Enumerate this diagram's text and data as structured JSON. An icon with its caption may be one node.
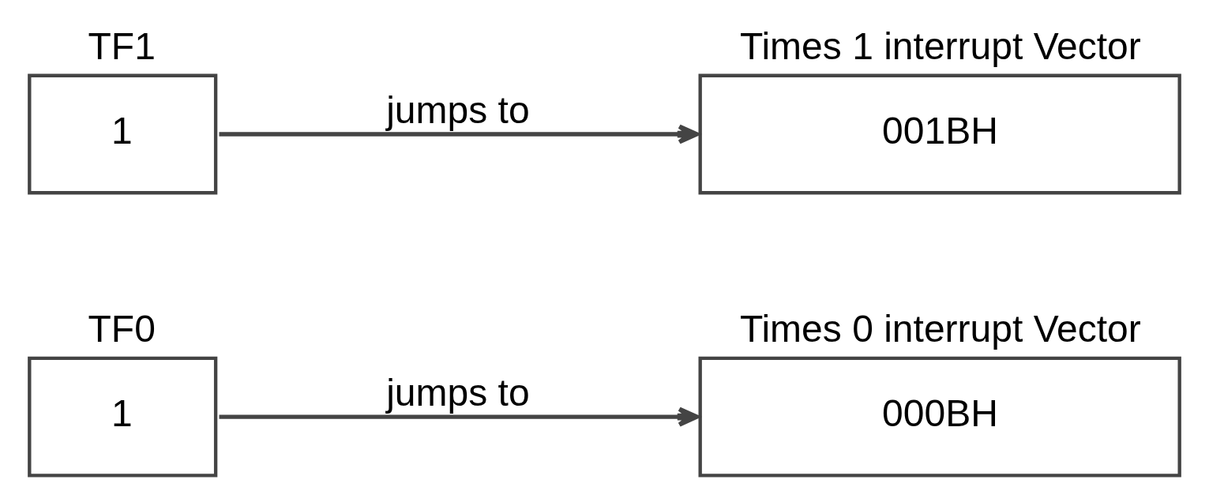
{
  "diagram": {
    "nodes": [
      {
        "text": [
          "TF0",
          "1"
        ]
      },
      {
        "text": [
          "Times 0 interrupt Vector",
          "000BH"
        ]
      },
      {
        "text": [
          "TF1",
          "1"
        ]
      },
      {
        "text": [
          "Times 1 interrupt Vector",
          "001BH"
        ]
      }
    ],
    "edges": [
      {
        "from": 0,
        "to": 1,
        "arrow": "to",
        "label": "jumps to"
      },
      {
        "from": 2,
        "to": 3,
        "arrow": "to",
        "label": "jumps to"
      }
    ]
  }
}
